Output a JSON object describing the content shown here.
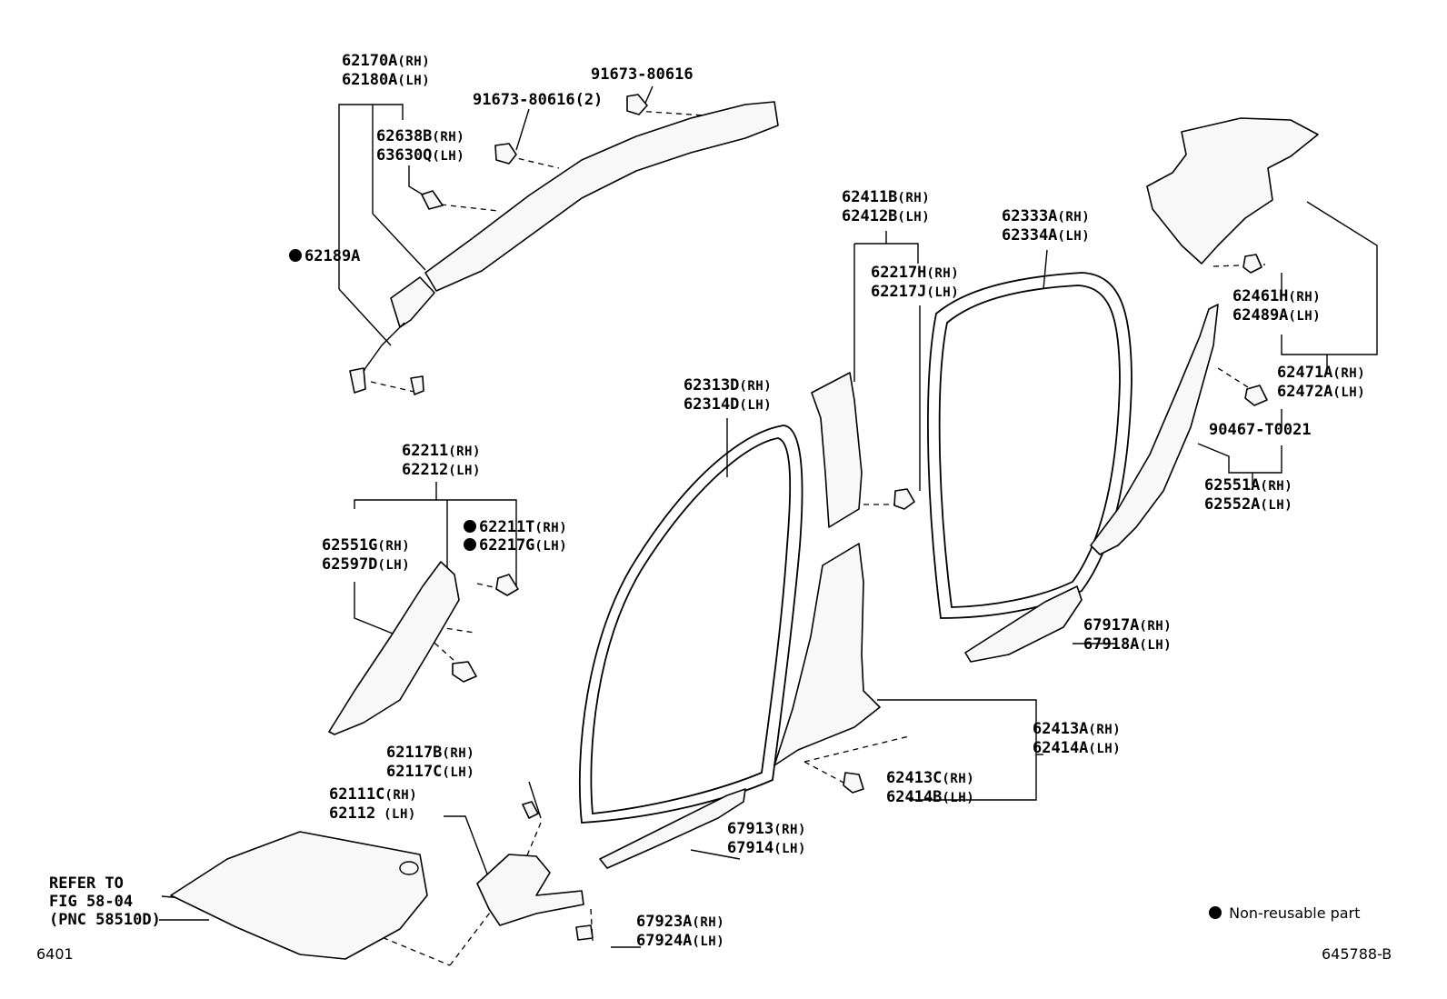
{
  "diagram": {
    "parts": [
      {
        "key": "a",
        "lines": [
          "62170A(RH)",
          "62180A(LH)"
        ]
      },
      {
        "key": "b",
        "lines": [
          "91673-80616"
        ]
      },
      {
        "key": "c",
        "lines": [
          "91673-80616(2)"
        ]
      },
      {
        "key": "d",
        "lines": [
          "62638B(RH)",
          "63630Q(LH)"
        ]
      },
      {
        "key": "e",
        "lines": [
          "62189A"
        ],
        "non_reusable": true
      },
      {
        "key": "f",
        "lines": [
          "62411B(RH)",
          "62412B(LH)"
        ]
      },
      {
        "key": "g",
        "lines": [
          "62217H(RH)",
          "62217J(LH)"
        ]
      },
      {
        "key": "h",
        "lines": [
          "62333A(RH)",
          "62334A(LH)"
        ]
      },
      {
        "key": "i",
        "lines": [
          "62461H(RH)",
          "62489A(LH)"
        ]
      },
      {
        "key": "j",
        "lines": [
          "62471A(RH)",
          "62472A(LH)"
        ]
      },
      {
        "key": "k",
        "lines": [
          "90467-T0021"
        ]
      },
      {
        "key": "l",
        "lines": [
          "62551A(RH)",
          "62552A(LH)"
        ]
      },
      {
        "key": "m",
        "lines": [
          "62313D(RH)",
          "62314D(LH)"
        ]
      },
      {
        "key": "n",
        "lines": [
          "62211(RH)",
          "62212(LH)"
        ]
      },
      {
        "key": "o",
        "lines": [
          "62211T(RH)"
        ],
        "non_reusable": true
      },
      {
        "key": "p",
        "lines": [
          "62217G(LH)"
        ],
        "non_reusable": true
      },
      {
        "key": "q",
        "lines": [
          "62551G(RH)",
          "62597D(LH)"
        ]
      },
      {
        "key": "r",
        "lines": [
          "67917A(RH)",
          "67918A(LH)"
        ]
      },
      {
        "key": "s",
        "lines": [
          "62413A(RH)",
          "62414A(LH)"
        ]
      },
      {
        "key": "t",
        "lines": [
          "62413C(RH)",
          "62414B(LH)"
        ]
      },
      {
        "key": "u",
        "lines": [
          "62117B(RH)",
          "62117C(LH)"
        ]
      },
      {
        "key": "v",
        "lines": [
          "62111C(RH)",
          "62112 (LH)"
        ]
      },
      {
        "key": "w",
        "lines": [
          "67913(RH)",
          "67914(LH)"
        ]
      },
      {
        "key": "x",
        "lines": [
          "67923A(RH)",
          "67924A(LH)"
        ]
      },
      {
        "key": "y",
        "lines": [
          "REFER TO",
          "FIG 58-04",
          "(PNC 58510D)"
        ]
      }
    ],
    "legend": "Non-reusable part",
    "page_code": "6401",
    "figure_code": "645788-B"
  }
}
